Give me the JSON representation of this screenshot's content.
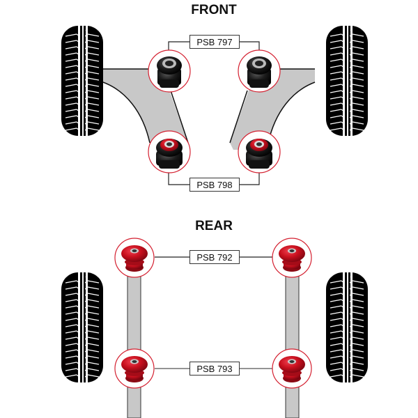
{
  "front": {
    "title": "FRONT",
    "upper_part": "PSB 797",
    "lower_part": "PSB 798"
  },
  "rear": {
    "title": "REAR",
    "upper_part": "PSB 792",
    "lower_part": "PSB 793"
  },
  "colors": {
    "highlight_circle": "#d42030",
    "arm_fill": "#c8c8c8",
    "bush_black": "#1a1a1a",
    "bush_red": "#c8101e",
    "tyre": "#000000"
  }
}
